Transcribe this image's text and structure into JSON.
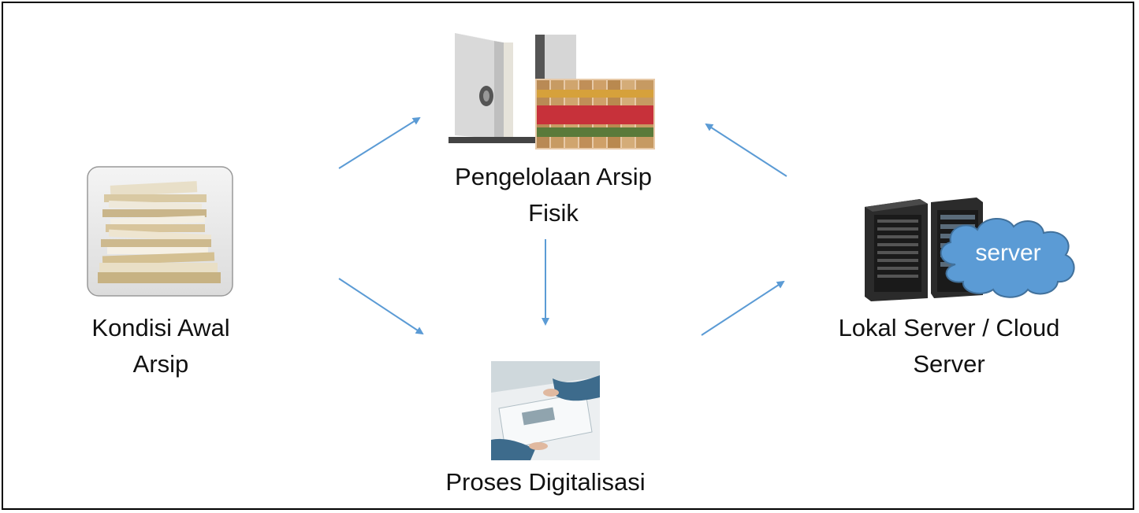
{
  "nodes": {
    "kondisi": {
      "line1": "Kondisi Awal",
      "line2": "Arsip",
      "icon": "paper-stack-icon"
    },
    "pengelolaan": {
      "line1": "Pengelolaan Arsip",
      "line2": "Fisik",
      "icon": "archive-shelf-icon"
    },
    "digitalisasi": {
      "line1": "Proses Digitalisasi",
      "icon": "scanner-icon"
    },
    "server": {
      "line1": "Lokal Server / Cloud",
      "line2": "Server",
      "icon": "server-rack-icon",
      "cloud_label": "server"
    }
  },
  "colors": {
    "arrow": "#5b9bd5",
    "cloud_fill": "#5b9bd5",
    "cloud_stroke": "#41719c"
  }
}
